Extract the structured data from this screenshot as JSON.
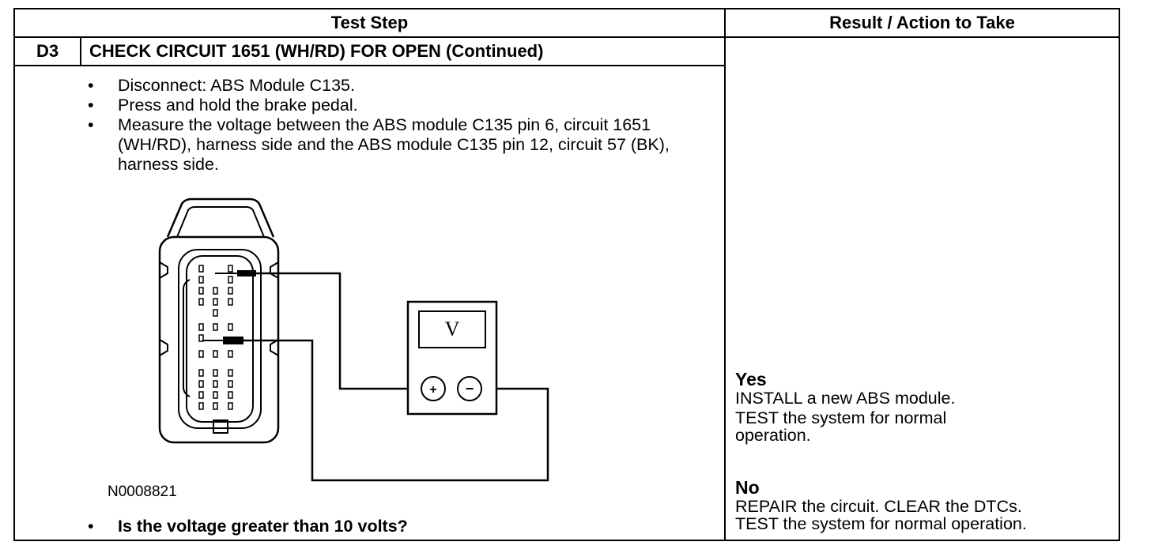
{
  "header": {
    "col_test_step": "Test Step",
    "col_result_action": "Result / Action to Take"
  },
  "step": {
    "id": "D3",
    "title": "CHECK CIRCUIT 1651 (WH/RD) FOR OPEN (Continued)",
    "bullets": [
      "Disconnect: ABS Module C135.",
      "Press and hold the brake pedal.",
      "Measure the voltage between the ABS module C135 pin 6, circuit 1651 (WH/RD), harness side and the ABS module C135 pin 12, circuit 57 (BK), harness side."
    ],
    "bullet_char": "•",
    "figure_id": "N0008821",
    "meter_label": "V",
    "meter_plus": "+",
    "meter_minus": "−",
    "question": "Is the voltage greater than 10 volts?"
  },
  "results": {
    "yes": {
      "label": "Yes",
      "lines": [
        "INSTALL a new ABS module.",
        "TEST the system for normal",
        "operation."
      ]
    },
    "no": {
      "label": "No",
      "lines": [
        "REPAIR the circuit. CLEAR the DTCs.",
        "TEST the system for normal operation."
      ]
    }
  }
}
